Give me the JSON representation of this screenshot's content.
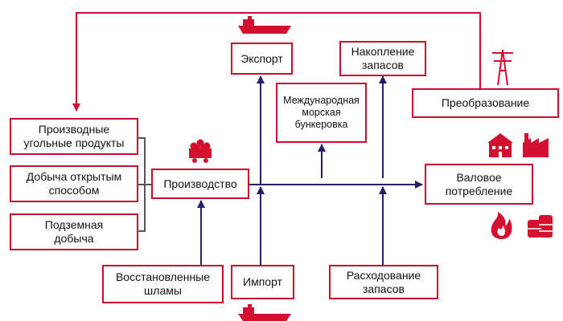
{
  "colors": {
    "box_border": "#c8102e",
    "arrow_blue": "#2a1b6e",
    "feedback_red": "#c8102e",
    "bracket": "#555555",
    "icon_red": "#d3102f"
  },
  "boxes": {
    "derived_coal_products": "Производные\nугольные продукты",
    "open_pit_mining": "Добыча открытым\nспособом",
    "underground_mining": "Подземная\nдобыча",
    "production": "Производство",
    "recovered_slurries": "Восстановленные\nшламы",
    "import": "Импорт",
    "export": "Экспорт",
    "international_marine_bunkers": "Международная\nморская\nбункеровка",
    "stock_build": "Накопление\nзапасов",
    "stock_draw": "Расходование\nзапасов",
    "transformation": "Преобразование",
    "gross_consumption": "Валовое\nпотребление"
  },
  "icons": {
    "coal_cart": "coal-cart-icon",
    "ship_export": "ship-icon",
    "ship_import": "ship-icon",
    "power_pylon": "power-pylon-icon",
    "house": "house-icon",
    "factory": "factory-icon",
    "flame": "flame-icon",
    "barrels": "barrels-icon"
  }
}
